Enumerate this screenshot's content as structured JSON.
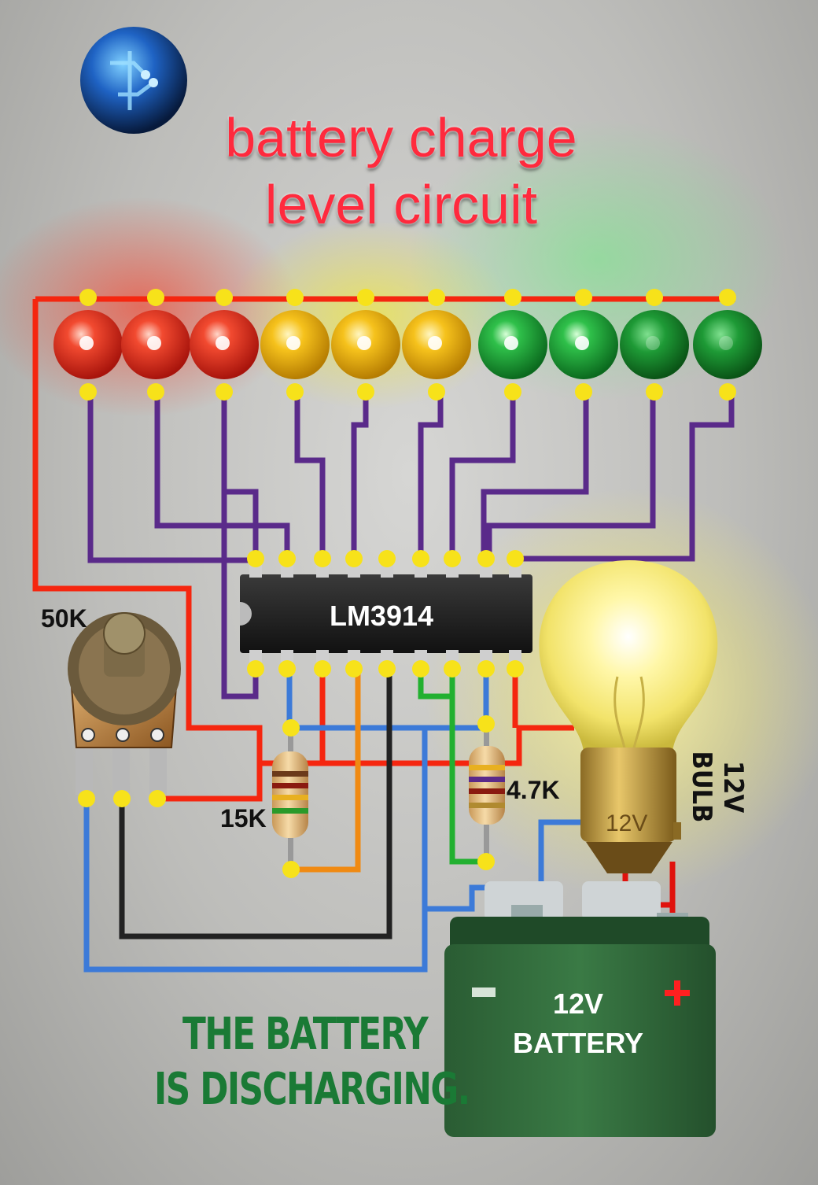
{
  "title": {
    "line1": "battery charge",
    "line2": "level circuit"
  },
  "logo": {
    "icon": "globe-circuit-logo-icon"
  },
  "leds": {
    "count": 10,
    "colors": [
      "red",
      "red",
      "red",
      "yellow",
      "yellow",
      "yellow",
      "green",
      "green",
      "green",
      "green"
    ],
    "palette": {
      "red": "#e0261c",
      "yellow": "#f2b705",
      "green": "#1aa83a"
    }
  },
  "ic": {
    "label": "LM3914",
    "pins_per_side": 9
  },
  "potentiometer": {
    "label": "50K"
  },
  "resistor_left": {
    "label": "15K"
  },
  "resistor_right": {
    "label": "4.7K"
  },
  "bulb": {
    "label": "12V BULB",
    "base_text": "12V"
  },
  "battery": {
    "voltage": "12V",
    "name": "BATTERY",
    "minus": "-",
    "plus": "+"
  },
  "status": {
    "line1": "THE BATTERY",
    "line2": "IS DISCHARGING."
  },
  "colors": {
    "wire_red": "#f5260f",
    "wire_purple": "#5a2a8a",
    "wire_blue": "#3c7ad8",
    "wire_black": "#222222",
    "wire_orange": "#f08a12",
    "wire_green": "#22b030",
    "node": "#f7e21a",
    "title": "#ff2a3d",
    "status": "#1a7a35",
    "battery": "#2f6b3a"
  }
}
